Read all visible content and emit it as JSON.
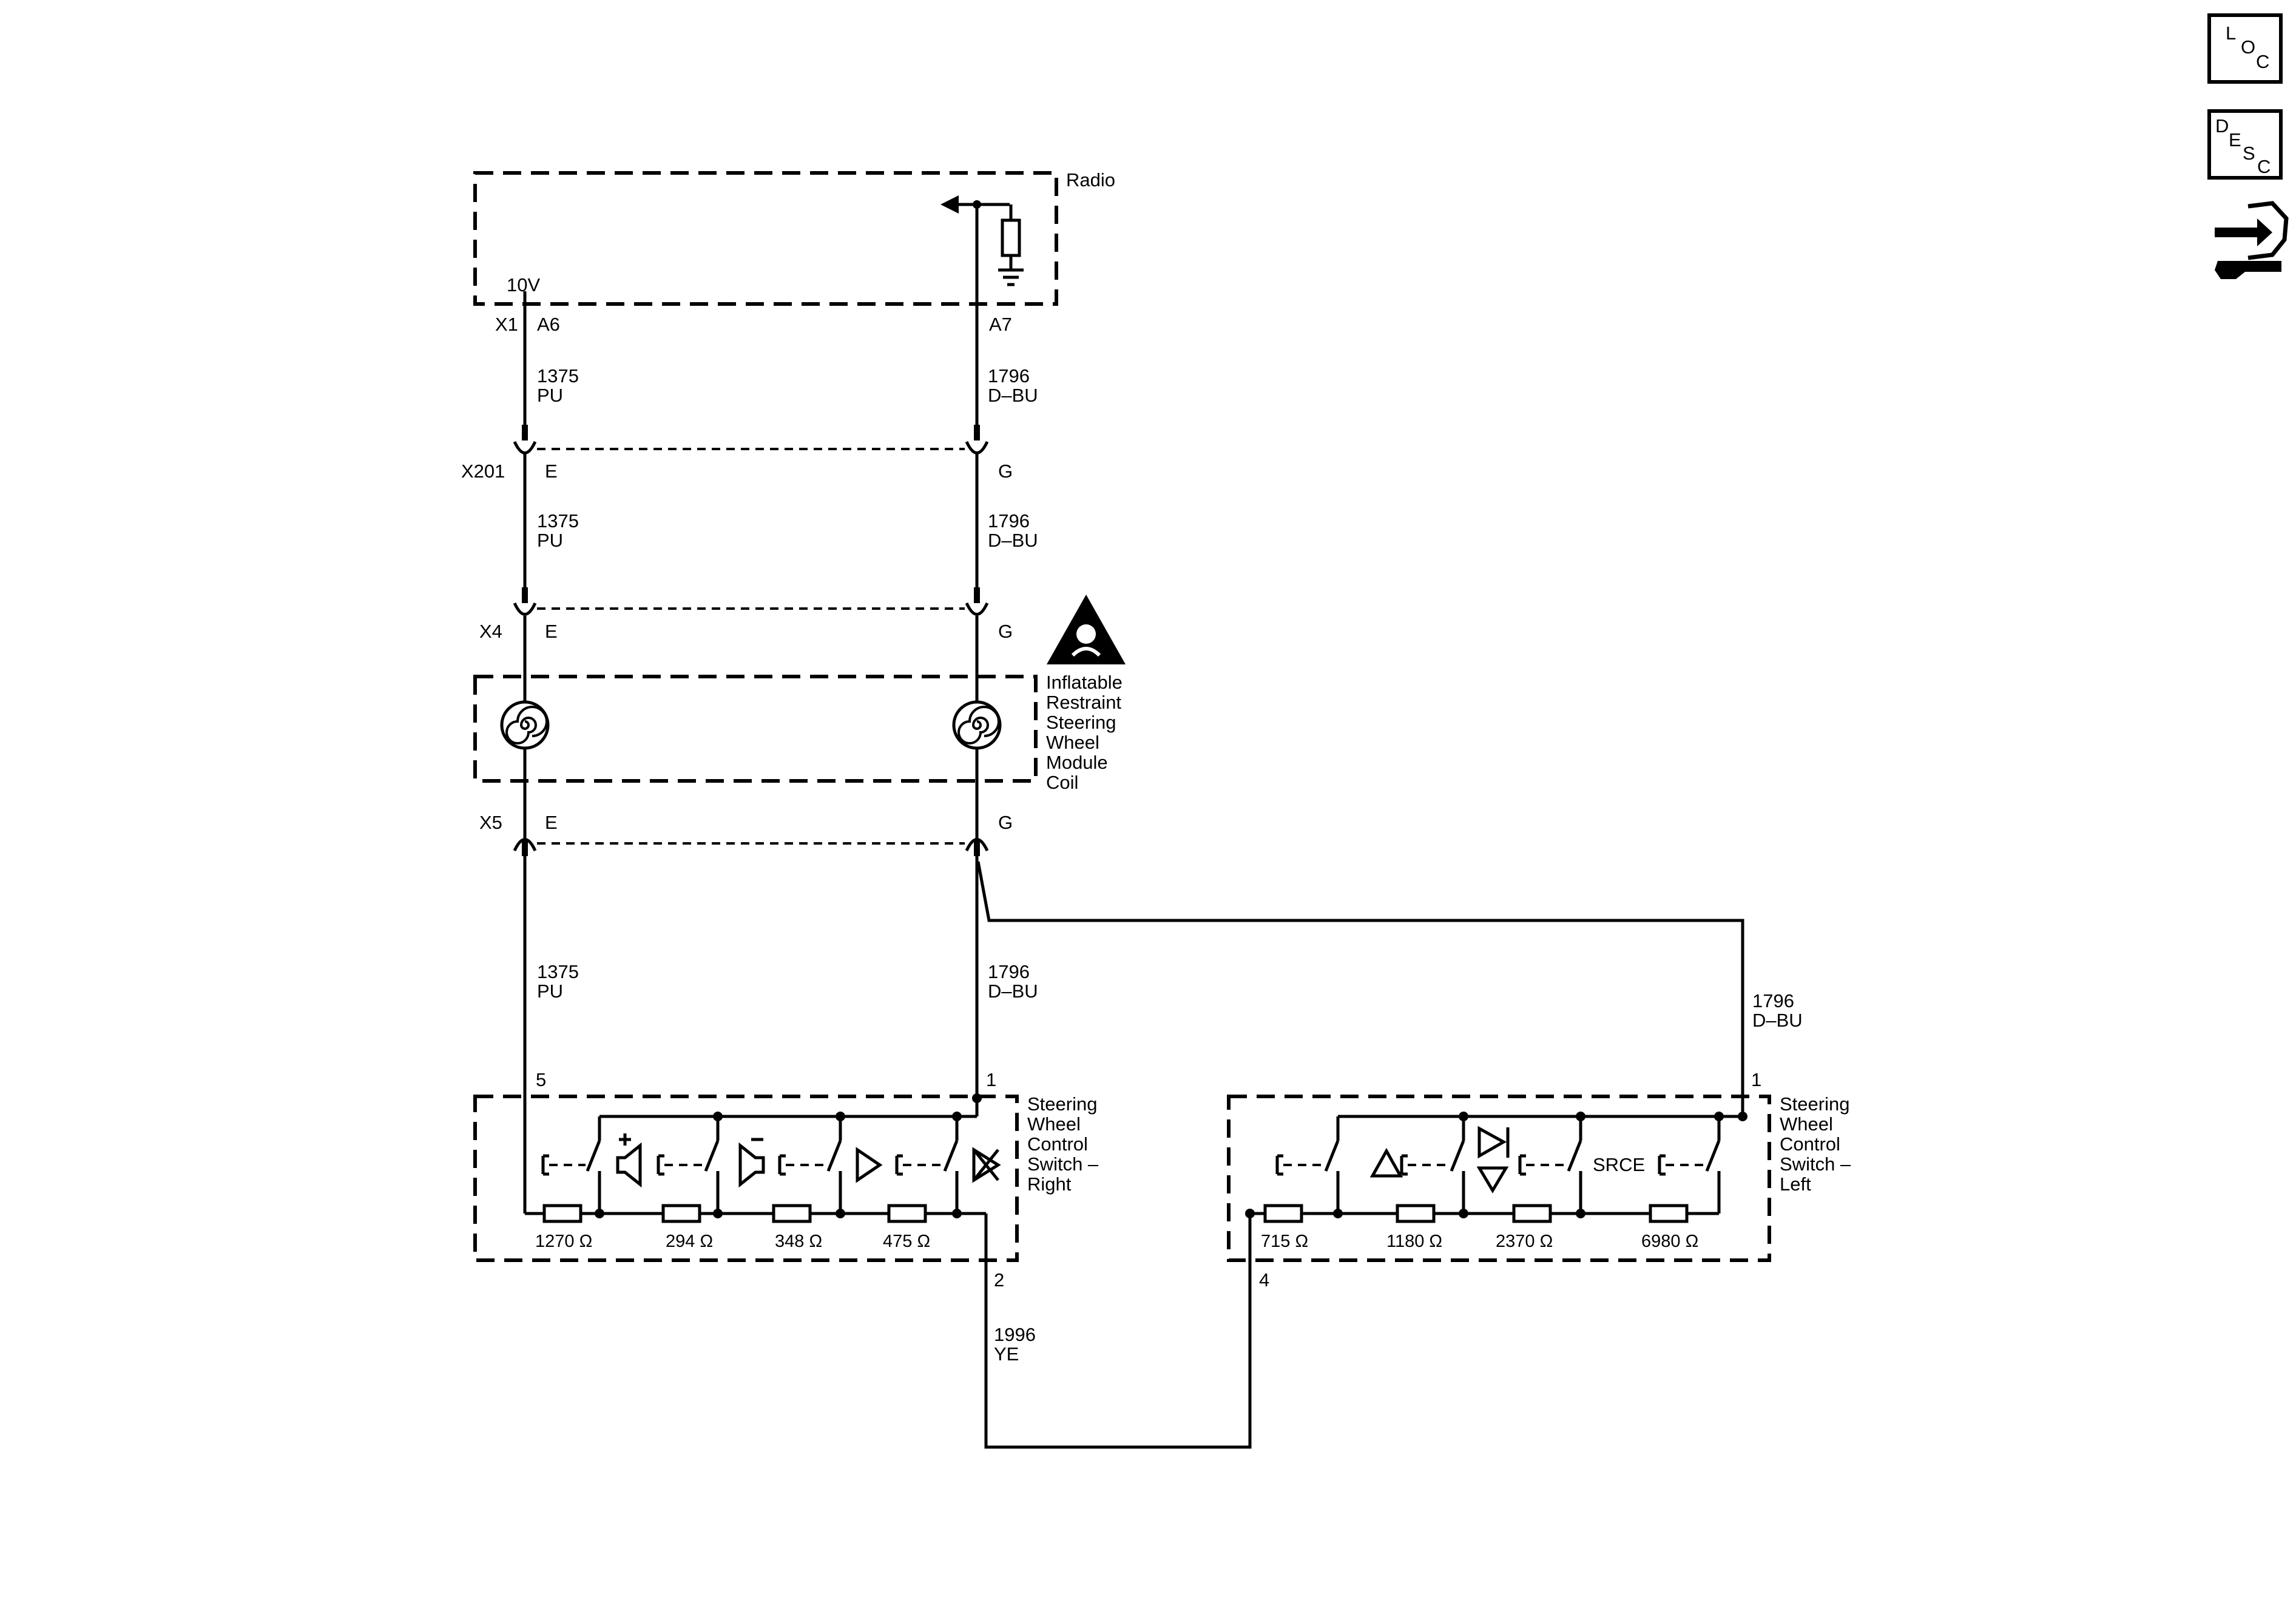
{
  "sidebar": {
    "loc": {
      "l1": "L",
      "l2": "O",
      "l3": "C"
    },
    "desc": {
      "l1": "D",
      "l2": "E",
      "l3": "S",
      "l4": "C"
    },
    "connector_icon": "connector-repair-icon"
  },
  "radio": {
    "title": "Radio",
    "voltage": "10V",
    "connector": "X1",
    "pin_left": "A6",
    "pin_right": "A7"
  },
  "wires": {
    "pu": {
      "circuit": "1375",
      "color": "PU"
    },
    "dbu": {
      "circuit": "1796",
      "color": "D–BU"
    },
    "ye": {
      "circuit": "1996",
      "color": "YE"
    }
  },
  "connectors": {
    "x201": {
      "name": "X201",
      "left": "E",
      "right": "G"
    },
    "x4": {
      "name": "X4",
      "left": "E",
      "right": "G"
    },
    "x5": {
      "name": "X5",
      "left": "E",
      "right": "G"
    }
  },
  "coil": {
    "l1": "Inflatable",
    "l2": "Restraint",
    "l3": "Steering",
    "l4": "Wheel",
    "l5": "Module",
    "l6": "Coil"
  },
  "switch_right": {
    "l1": "Steering",
    "l2": "Wheel",
    "l3": "Control",
    "l4": "Switch –",
    "l5": "Right",
    "pin_5": "5",
    "pin_1": "1",
    "pin_2": "2",
    "resistors": [
      "1270 Ω",
      "294 Ω",
      "348 Ω",
      "475 Ω"
    ]
  },
  "switch_left": {
    "l1": "Steering",
    "l2": "Wheel",
    "l3": "Control",
    "l4": "Switch –",
    "l5": "Left",
    "pin_1": "1",
    "pin_4": "4",
    "srce": "SRCE",
    "resistors": [
      "715 Ω",
      "1180 Ω",
      "2370 Ω",
      "6980 Ω"
    ]
  }
}
